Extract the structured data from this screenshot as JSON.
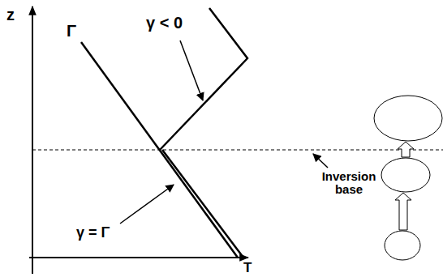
{
  "diagram": {
    "labels": [
      "z",
      "Γ",
      "γ < 0",
      "Inversion base",
      "γ = Γ",
      "T"
    ]
  }
}
